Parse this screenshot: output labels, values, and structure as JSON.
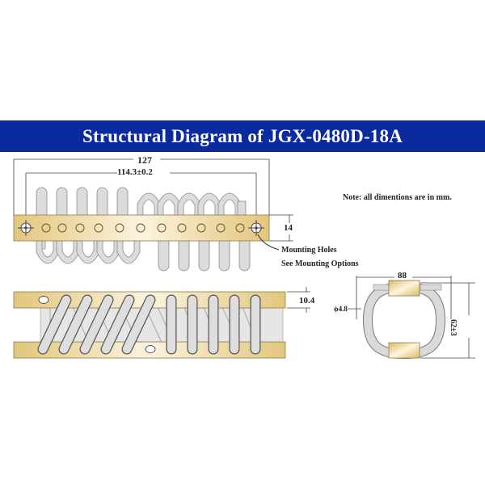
{
  "header": {
    "title": "Structural Diagram of JGX-0480D-18A",
    "background_color": "#0a2a9e",
    "text_color": "#ffffff"
  },
  "note": "Note: all dimentions are in mm.",
  "top_view": {
    "overall_length": "127",
    "hole_spacing": "114.3±0.2",
    "bar_height": "14",
    "callout_line1": "Mounting Holes",
    "callout_line2": "See Mounting Options",
    "hole_count": 13
  },
  "side_view": {
    "height_dim": "10.4"
  },
  "end_view": {
    "width_dim": "88",
    "cable_diameter": "ϕ4.8",
    "height_dim": "62±3"
  },
  "colors": {
    "bar_gold": "#e8cf8a",
    "bar_highlight": "#fdf7e6",
    "cable_gray": "#d9d9d9",
    "outline": "#666666"
  }
}
